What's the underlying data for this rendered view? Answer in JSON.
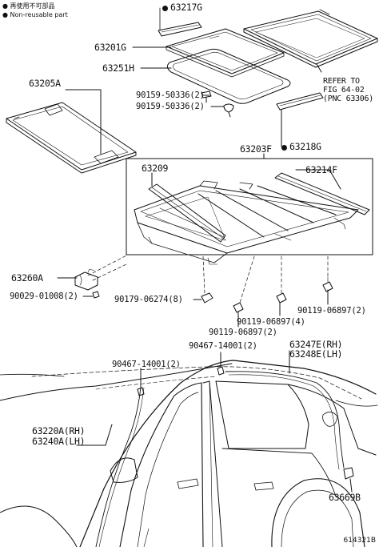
{
  "legend": {
    "symbol": "●",
    "jp": "再使用不可部品",
    "en": "Non-reusable part"
  },
  "parts": {
    "p63217G": "63217G",
    "p63201G": "63201G",
    "p63251H": "63251H",
    "p63205A": "63205A",
    "b90159a": "90159-50336(2)",
    "b90159b": "90159-50336(2)",
    "p63218G": "63218G",
    "p63203F": "63203F",
    "p63209": "63209",
    "p63214F": "63214F",
    "p63260A": "63260A",
    "b90029": "90029-01008(2)",
    "b90179": "90179-06274(8)",
    "b90119a": "90119-06897(2)",
    "b90119b": "90119-06897(4)",
    "b90119c": "90119-06897(2)",
    "b90467a": "90467-14001(2)",
    "b90467b": "90467-14001(2)",
    "p63247E": "63247E(RH)",
    "p63248E": "63248E(LH)",
    "p63220A": "63220A(RH)",
    "p63240A": "63240A(LH)",
    "p63669B": "63669B"
  },
  "refer": {
    "line1": "REFER TO",
    "line2": "FIG 64-02",
    "line3": "(PNC 63306)"
  },
  "diagram_code": "614321B"
}
